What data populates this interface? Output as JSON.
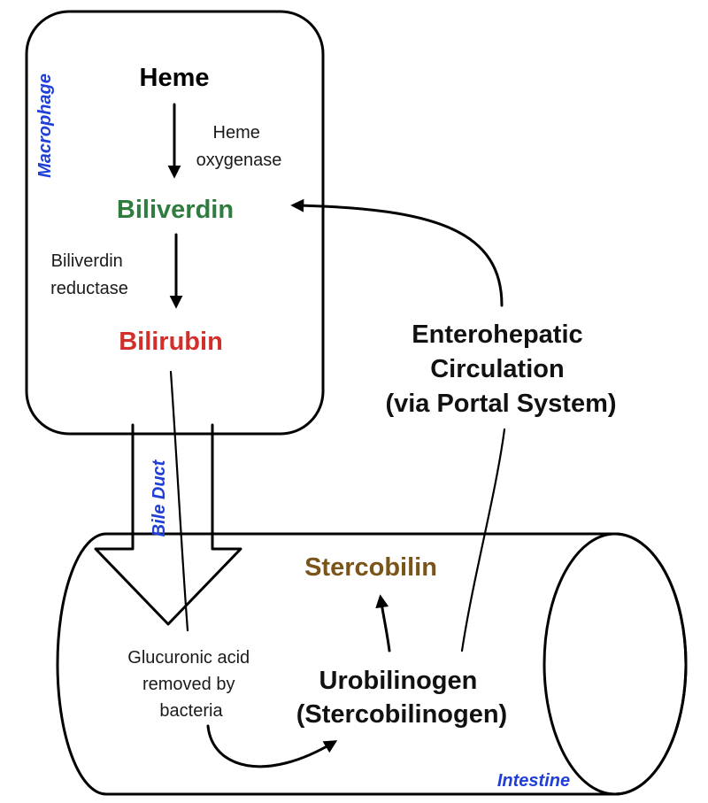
{
  "compounds": {
    "heme": "Heme",
    "biliverdin": "Biliverdin",
    "bilirubin": "Bilirubin",
    "stercobilin": "Stercobilin",
    "urobilinogen": [
      "Urobilinogen",
      "(Stercobilinogen)"
    ]
  },
  "enzymes": {
    "heme_oxygenase": [
      "Heme",
      "oxygenase"
    ],
    "biliverdin_reductase": [
      "Biliverdin",
      "reductase"
    ]
  },
  "regions": {
    "macrophage": "Macrophage",
    "bile_duct": "Bile Duct",
    "intestine": "Intestine"
  },
  "notes": {
    "glucuronic": [
      "Glucuronic acid",
      "removed by",
      "bacteria"
    ],
    "enterohepatic": [
      "Enterohepatic",
      "Circulation",
      "(via Portal System)"
    ]
  },
  "colors": {
    "heme": "#000000",
    "biliverdin": "#2e7d3e",
    "bilirubin": "#d32f2a",
    "stercobilin": "#7a5418",
    "region_label": "#1f3fd6",
    "outline": "#000000",
    "fill": "#ffffff"
  }
}
